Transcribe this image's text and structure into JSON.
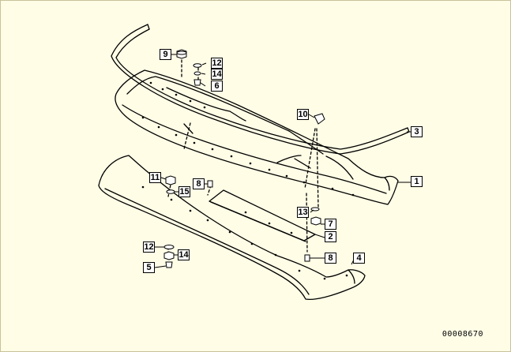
{
  "diagram": {
    "callouts": [
      "1",
      "2",
      "3",
      "4",
      "5",
      "6",
      "7",
      "8",
      "8",
      "9",
      "10",
      "11",
      "12",
      "12",
      "13",
      "14",
      "14",
      "15"
    ],
    "drawing_code": "00008670"
  }
}
